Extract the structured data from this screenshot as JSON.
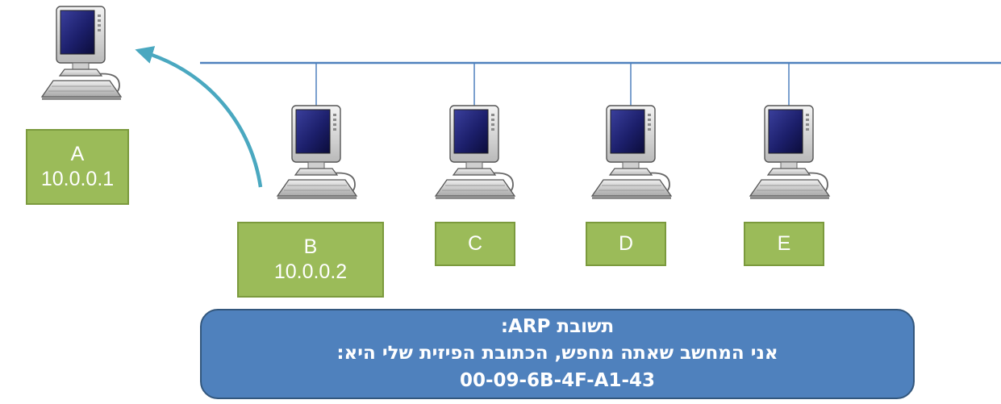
{
  "colors": {
    "network_line": "#4f81bd",
    "arrow": "#4aa8c0",
    "label_fill": "#9bbb59",
    "label_border": "#7b9a3d",
    "callout_fill": "#4f81bd",
    "callout_border": "#33577d"
  },
  "icons": {
    "computer": "desktop-computer-icon",
    "arrow": "curved-arrow-icon"
  },
  "nodes": [
    {
      "id": "a",
      "name": "A",
      "ip": "10.0.0.1",
      "connected": false
    },
    {
      "id": "b",
      "name": "B",
      "ip": "10.0.0.2",
      "connected": true
    },
    {
      "id": "c",
      "name": "C",
      "ip": "",
      "connected": true
    },
    {
      "id": "d",
      "name": "D",
      "ip": "",
      "connected": true
    },
    {
      "id": "e",
      "name": "E",
      "ip": "",
      "connected": true
    }
  ],
  "callout": {
    "title": "תשובת ARP:",
    "message": "אני המחשב שאתה מחפש, הכתובת הפיזית שלי היא:",
    "mac": "00-09-6B-4F-A1-43"
  }
}
